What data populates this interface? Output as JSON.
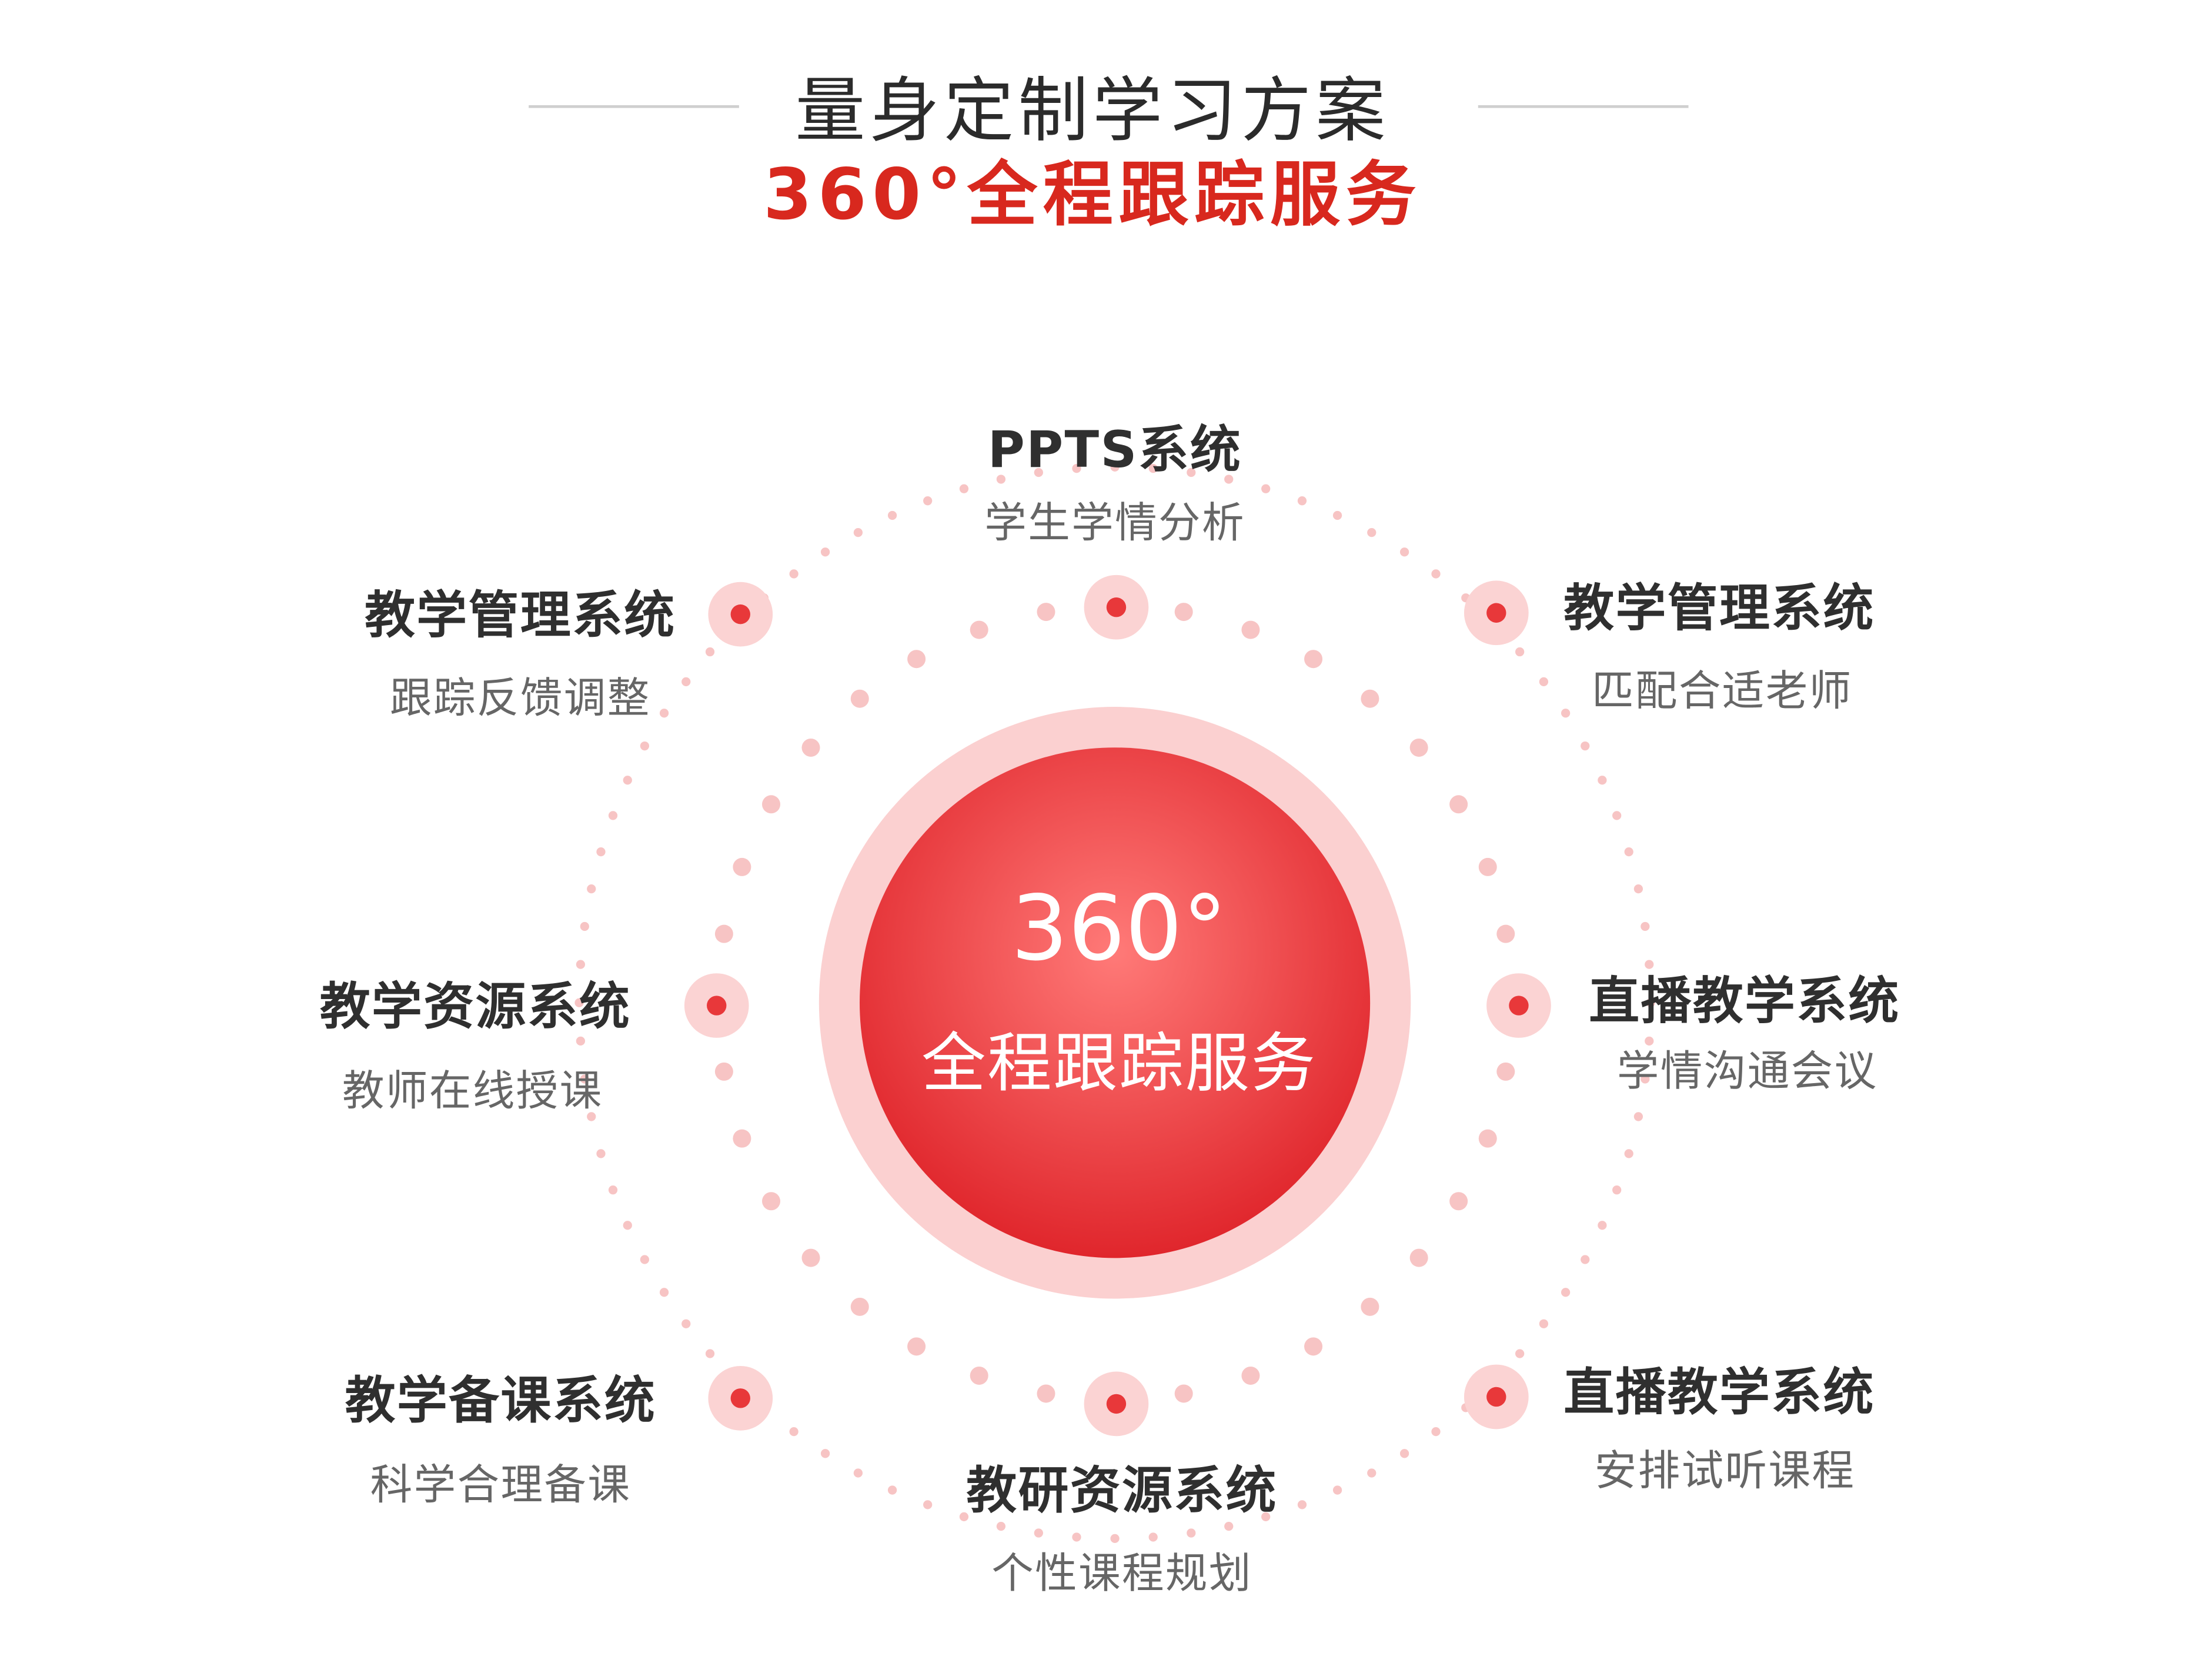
{
  "header": {
    "title": "量身定制学习方案",
    "subtitle": "360°全程跟踪服务"
  },
  "center": {
    "number": "360°",
    "text": "全程跟踪服务"
  },
  "nodes": [
    {
      "title": "PPTS系统",
      "subtitle": "学生学情分析"
    },
    {
      "title": "教学管理系统",
      "subtitle": "匹配合适老师"
    },
    {
      "title": "直播教学系统",
      "subtitle": "学情沟通会议"
    },
    {
      "title": "直播教学系统",
      "subtitle": "安排试听课程"
    },
    {
      "title": "教研资源系统",
      "subtitle": "个性课程规划"
    },
    {
      "title": "教学备课系统",
      "subtitle": "科学合理备课"
    },
    {
      "title": "教学资源系统",
      "subtitle": "教师在线授课"
    },
    {
      "title": "教学管理系统",
      "subtitle": "跟踪反馈调整"
    }
  ],
  "colors": {
    "accent": "#d8281e",
    "ball_light": "#ff7a78",
    "ball_dark": "#e0262c",
    "halo": "#fbd0d0",
    "dot": "#f7c4c4",
    "marker_halo": "#fbd3d3",
    "marker_core": "#e8383a",
    "title_text": "#2b2b2b",
    "rule": "#cfcfcf"
  }
}
